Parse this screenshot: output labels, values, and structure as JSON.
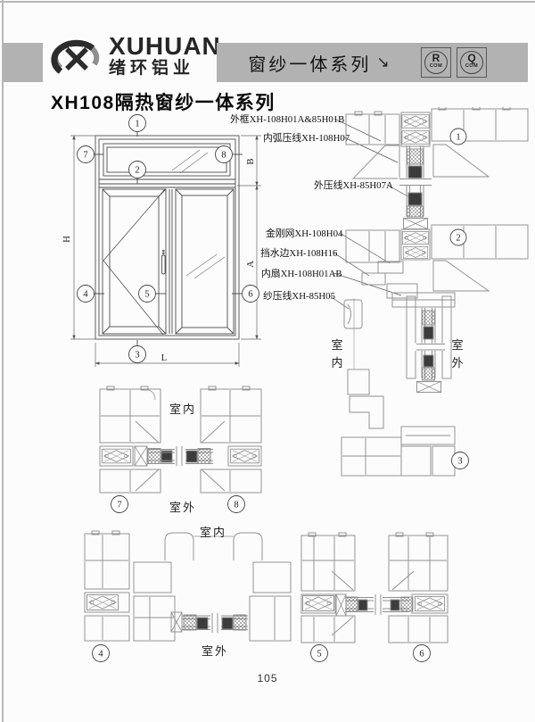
{
  "header": {
    "logo": {
      "brand": "XUHUAN",
      "brand_cn": "绪环铝业"
    },
    "banner": {
      "series_title": "窗纱一体系列",
      "arrow": "↘"
    },
    "badges": [
      {
        "letter": "R",
        "sub": "COM"
      },
      {
        "letter": "Q",
        "sub": "COM"
      }
    ]
  },
  "page": {
    "title": "XH108隔热窗纱一体系列",
    "number": "105"
  },
  "dims": {
    "height": "H",
    "width": "L",
    "upper": "B",
    "lower": "A"
  },
  "callout_numbers": [
    "1",
    "2",
    "3",
    "4",
    "5",
    "6",
    "7",
    "8"
  ],
  "part_labels": [
    "外框XH-108H01A&85H01B",
    "内弧压线XH-108H07",
    "外压线XH-85H07A",
    "金刚网XH-108H04",
    "挡水边XH-108H16",
    "内扇XH-108H01AB",
    "纱压线XH-85H05"
  ],
  "sections": {
    "indoor_label": "室内",
    "outdoor_label": "室外"
  },
  "colors": {
    "banner_gray": "#b2b2b2",
    "profile_line": "#909090",
    "elevation_line": "#4d4d4d",
    "gasket_dark": "#3c3c3c",
    "text_dark": "#111111"
  }
}
